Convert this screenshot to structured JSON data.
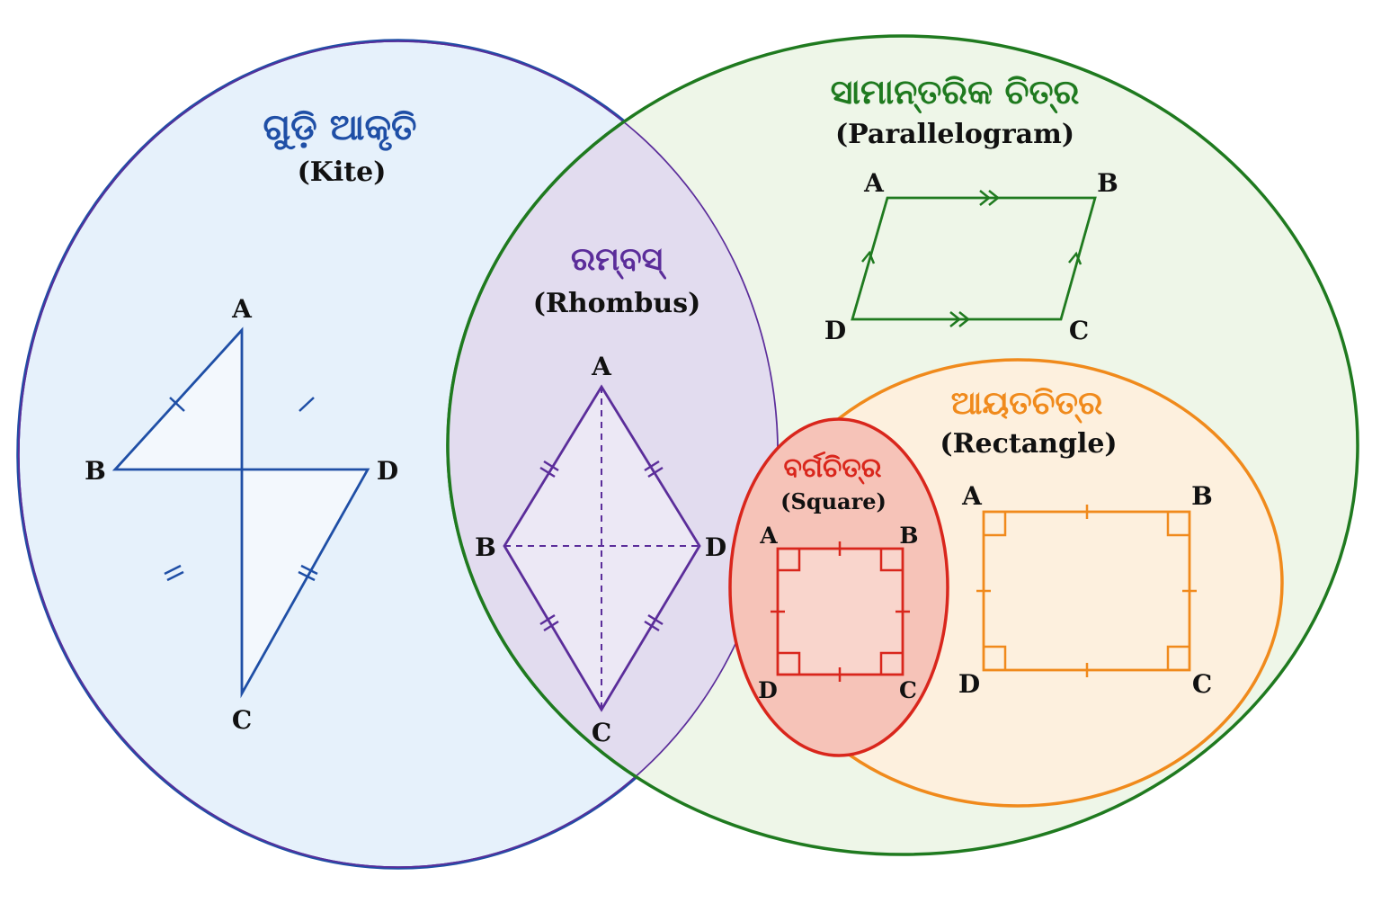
{
  "colors": {
    "kite": "#1f4fa6",
    "kite_fill": "#e6f1fb",
    "parallelogram": "#1f7a1f",
    "parallelogram_fill": "#eef6e8",
    "rhombus": "#5b2d9a",
    "rhombus_fill": "#e2dcef",
    "rectangle": "#f08a1c",
    "rectangle_fill": "#fdf0de",
    "square": "#d9261c",
    "square_fill": "#f6c3b8"
  },
  "kite": {
    "title": "ଗୁଡ଼ି ଆକୃତି",
    "subtitle": "(Kite)",
    "vertices": {
      "a": "A",
      "b": "B",
      "c": "C",
      "d": "D"
    }
  },
  "parallelogram": {
    "title": "ସାମାନ୍ତରିକ ଚିତ୍ର",
    "subtitle": "(Parallelogram)",
    "vertices": {
      "a": "A",
      "b": "B",
      "c": "C",
      "d": "D"
    }
  },
  "rhombus": {
    "title": "ରମ୍ବସ୍",
    "subtitle": "(Rhombus)",
    "vertices": {
      "a": "A",
      "b": "B",
      "c": "C",
      "d": "D"
    }
  },
  "rectangle": {
    "title": "ଆୟତଚିତ୍ର",
    "subtitle": "(Rectangle)",
    "vertices": {
      "a": "A",
      "b": "B",
      "c": "C",
      "d": "D"
    }
  },
  "square": {
    "title": "ବର୍ଗଚିତ୍ର",
    "subtitle": "(Square)",
    "vertices": {
      "a": "A",
      "b": "B",
      "c": "C",
      "d": "D"
    }
  }
}
